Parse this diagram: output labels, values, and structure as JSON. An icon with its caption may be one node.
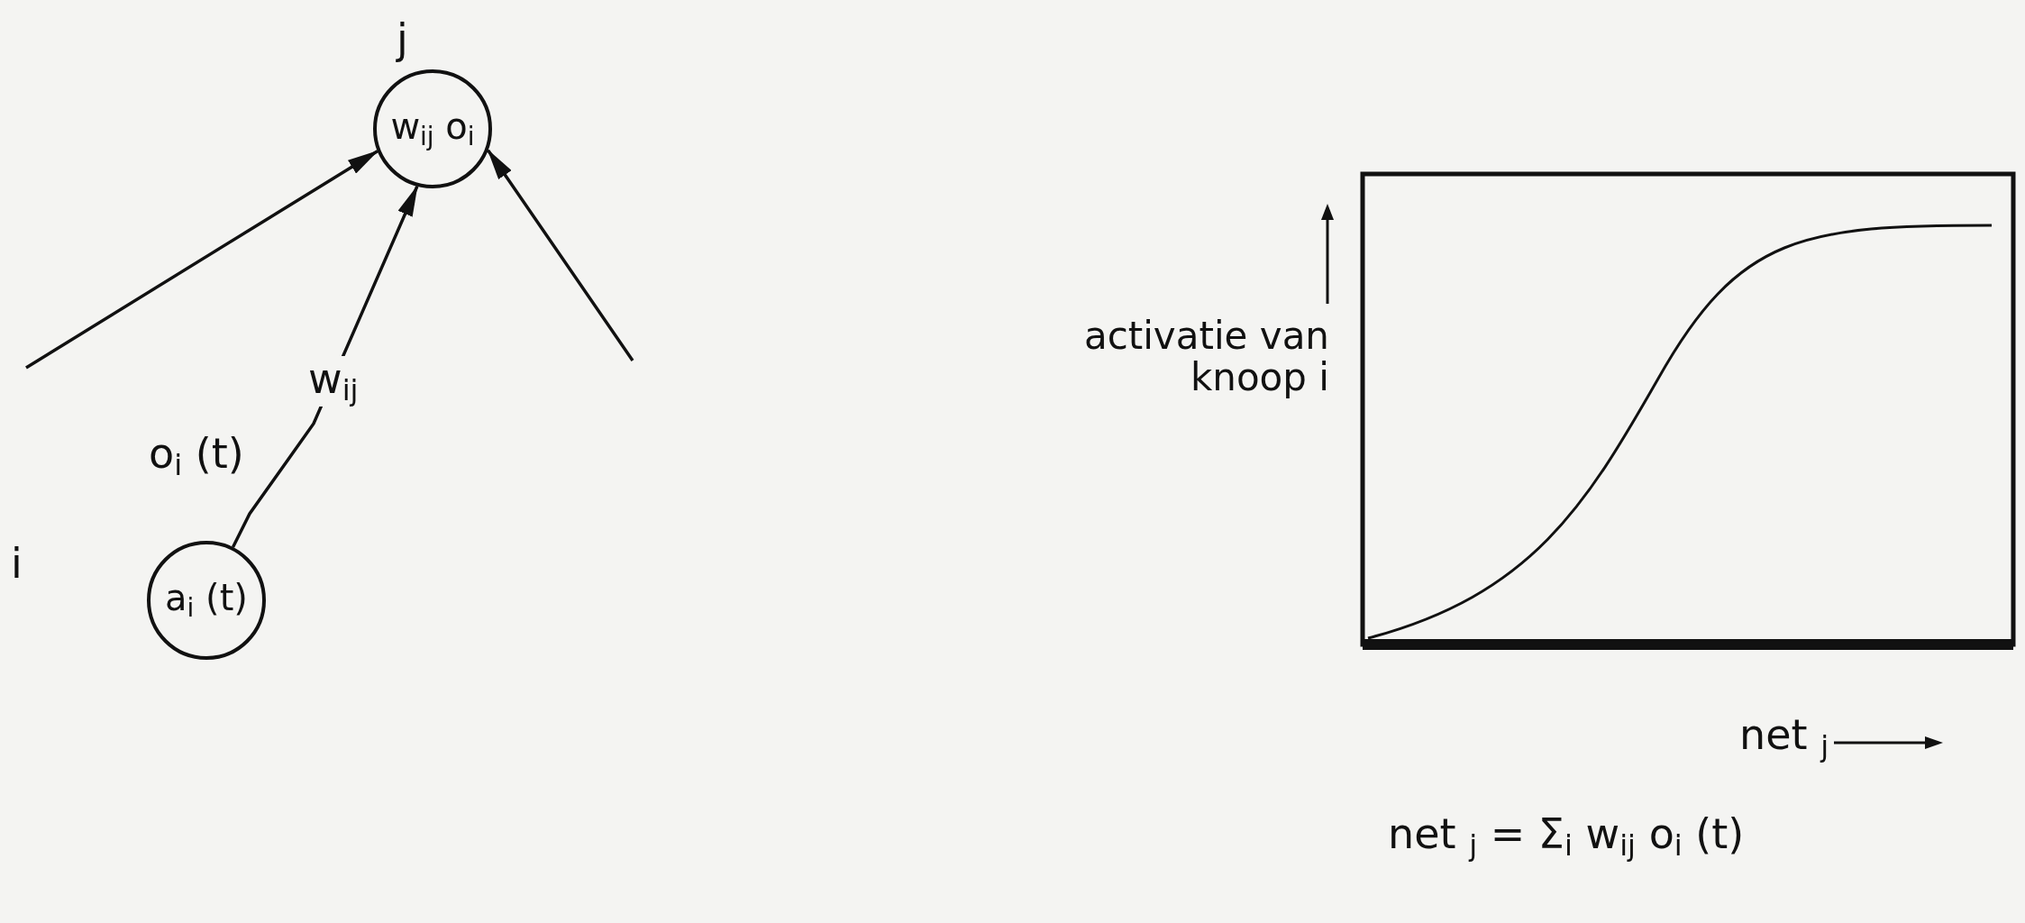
{
  "diagram": {
    "nodes": [
      {
        "text": [
          "w$_{ij}$ o$_{i}$"
        ],
        "beside": [
          "j"
        ]
      },
      {
        "text": [
          "a$_{i}$ (t)"
        ],
        "beside": [
          "i"
        ]
      }
    ],
    "edges": [
      {
        "from": null,
        "to": 0,
        "arrow": "to"
      },
      {
        "from": 1,
        "to": 0,
        "arrow": "to",
        "label": "w$_{ij}$"
      },
      {
        "from": null,
        "to": 0,
        "arrow": "to"
      }
    ],
    "labels": [
      "o$_{i}$ (t)",
      "activatie van knoop i",
      "net $_{j}$",
      "net $_{j}$ = Σ$_{i}$ w$_{ij}$ o$_{i}$ (t)"
    ]
  }
}
